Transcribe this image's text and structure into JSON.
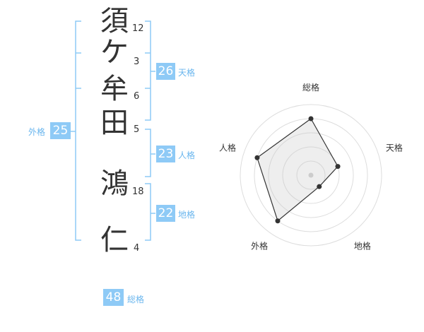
{
  "name": {
    "chars": [
      {
        "char": "須",
        "strokes": "12"
      },
      {
        "char": "ケ",
        "strokes": "3"
      },
      {
        "char": "牟",
        "strokes": "6"
      },
      {
        "char": "田",
        "strokes": "5"
      },
      {
        "char": "鴻",
        "strokes": "18"
      },
      {
        "char": "仁",
        "strokes": "4"
      }
    ]
  },
  "fortunes": {
    "tenkaku": {
      "value": "26",
      "label": "天格"
    },
    "jinkaku": {
      "value": "23",
      "label": "人格"
    },
    "chikaku": {
      "value": "22",
      "label": "地格"
    },
    "gaikaku": {
      "value": "25",
      "label": "外格"
    },
    "soukaku": {
      "value": "48",
      "label": "総格"
    }
  },
  "colors": {
    "bracket": "#8ecaf6",
    "badge": "#8ecaf6",
    "badge_label": "#6ab6ee"
  },
  "chart_data": {
    "type": "radar",
    "axes": [
      "総格",
      "天格",
      "地格",
      "外格",
      "人格"
    ],
    "max": 5,
    "rings": 4,
    "values": [
      4,
      2,
      1,
      4,
      4
    ]
  }
}
